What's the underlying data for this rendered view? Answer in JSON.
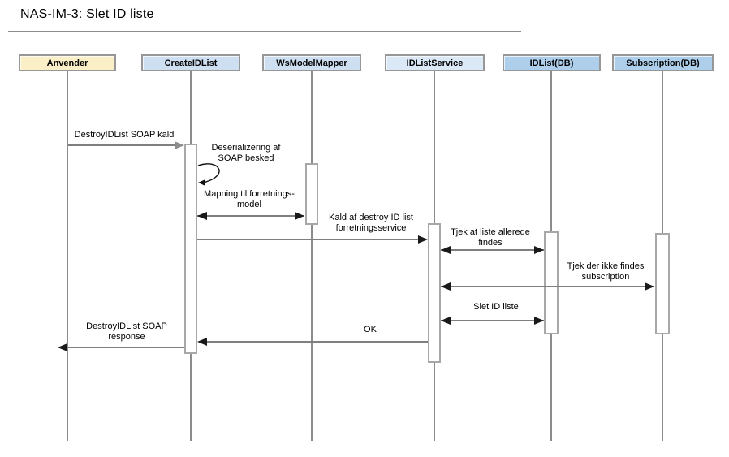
{
  "title": "NAS-IM-3: Slet ID liste",
  "participants": [
    {
      "name": "Anvender",
      "suffix": "",
      "fill": "#FAEFC6"
    },
    {
      "name": "CreateIDList",
      "suffix": "",
      "fill": "#CEDFF2"
    },
    {
      "name": "WsModelMapper",
      "suffix": "",
      "fill": "#CEDFF2"
    },
    {
      "name": "IDListService",
      "suffix": "",
      "fill": "#DBE8F6"
    },
    {
      "name": "IDList",
      "suffix": "(DB)",
      "fill": "#AECFEB"
    },
    {
      "name": "Subscription",
      "suffix": "(DB)",
      "fill": "#AECFEB"
    }
  ],
  "messages": [
    {
      "label": "DestroyIDList SOAP kald"
    },
    {
      "label": "Deserializering af\nSOAP besked"
    },
    {
      "label": "Mapning til forretnings-\nmodel"
    },
    {
      "label": "Kald af destroy ID list\nforretningsservice"
    },
    {
      "label": "Tjek at liste allerede\nfindes"
    },
    {
      "label": "Tjek der ikke findes\nsubscription"
    },
    {
      "label": "Slet ID liste"
    },
    {
      "label": "OK"
    },
    {
      "label": "DestroyIDList SOAP\nresponse"
    }
  ],
  "colors": {
    "lifeline": "#8c8c8c",
    "message_line": "#7f7f7f",
    "arrowhead": "#1a1a1a",
    "activation_border": "#a8a8a8",
    "header_border": "#979797"
  }
}
